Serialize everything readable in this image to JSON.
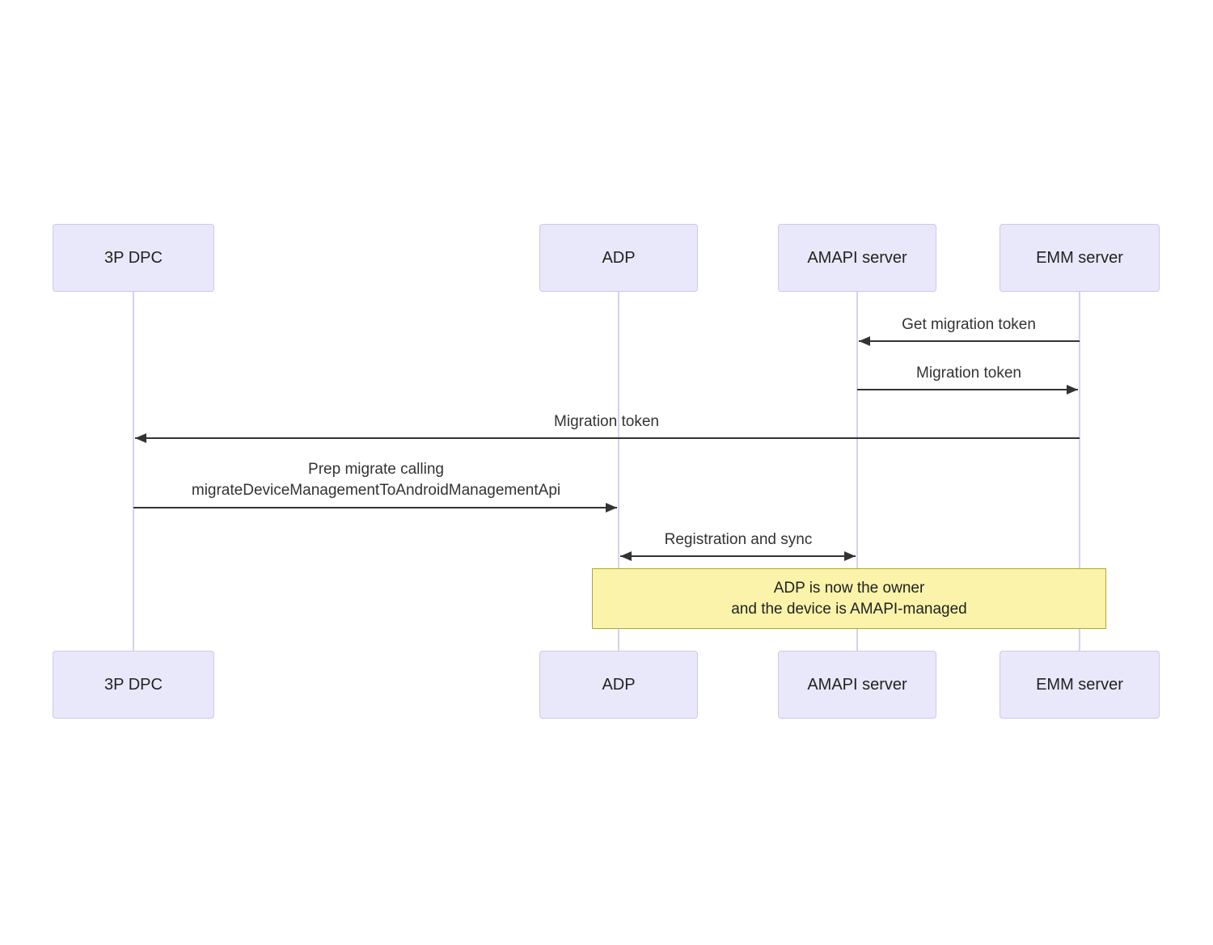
{
  "diagram": {
    "type": "sequence",
    "actors": [
      {
        "id": "3p-dpc",
        "label": "3P DPC"
      },
      {
        "id": "adp",
        "label": "ADP"
      },
      {
        "id": "amapi-server",
        "label": "AMAPI server"
      },
      {
        "id": "emm-server",
        "label": "EMM server"
      }
    ],
    "messages": [
      {
        "from": "EMM server",
        "to": "AMAPI server",
        "direction": "left",
        "lines": [
          "Get migration token"
        ]
      },
      {
        "from": "AMAPI server",
        "to": "EMM server",
        "direction": "right",
        "lines": [
          "Migration token"
        ]
      },
      {
        "from": "EMM server",
        "to": "3P DPC",
        "direction": "left",
        "lines": [
          "Migration token"
        ]
      },
      {
        "from": "3P DPC",
        "to": "ADP",
        "direction": "right",
        "lines": [
          "Prep migrate calling",
          "migrateDeviceManagementToAndroidManagementApi"
        ]
      },
      {
        "from": "ADP",
        "to": "AMAPI server",
        "direction": "both",
        "lines": [
          "Registration and sync"
        ]
      }
    ],
    "note": {
      "over": [
        "ADP",
        "EMM server"
      ],
      "lines": [
        "ADP is now the owner",
        "and the device is AMAPI-managed"
      ]
    },
    "colors": {
      "actor_fill": "#e9e8fb",
      "actor_border": "#cfc7e9",
      "lifeline": "#d9d0ef",
      "arrow": "#333333",
      "note_fill": "#faf3a9",
      "note_border": "#aaaa33",
      "message_text": "#333333",
      "label_text": "#222222"
    }
  }
}
